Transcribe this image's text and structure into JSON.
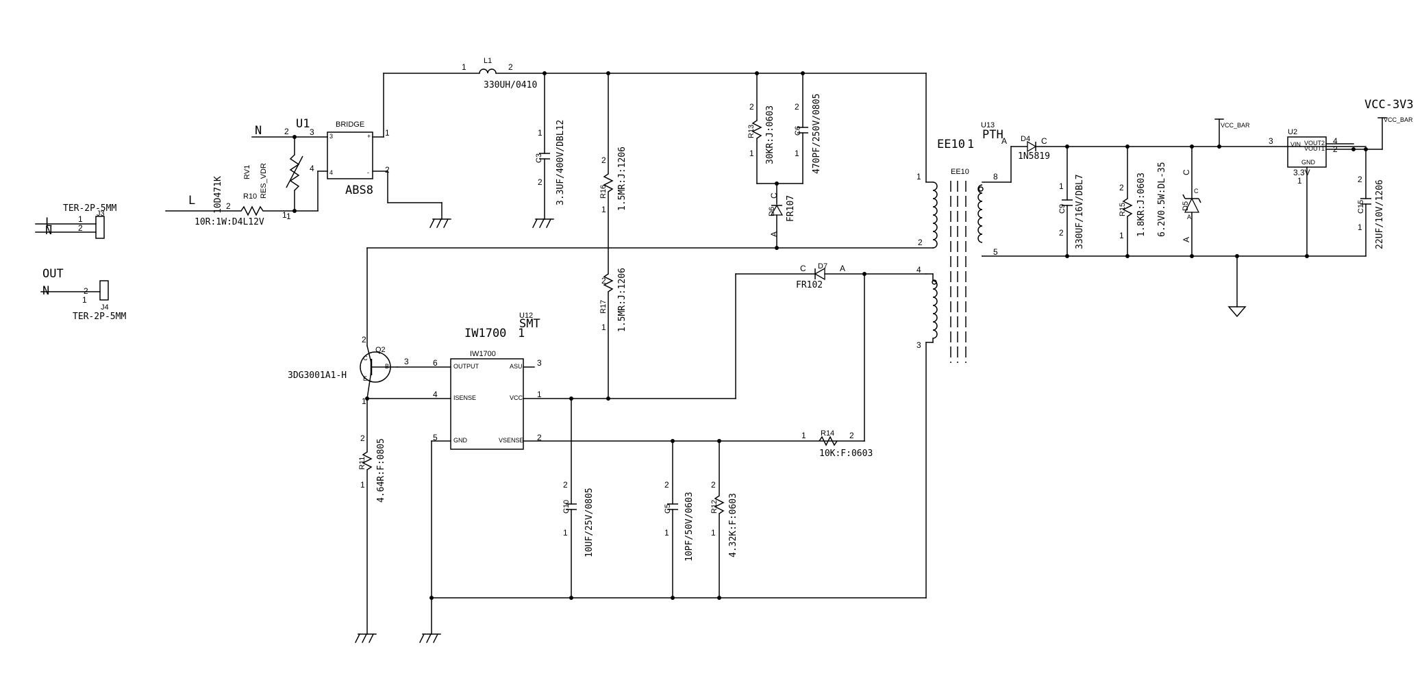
{
  "connectors": {
    "j3": {
      "ref": "J3",
      "value": "TER-2P-5MM",
      "net_top": "L",
      "net_bottom": "N",
      "pin_top": "1",
      "pin_bottom": "2"
    },
    "j4": {
      "ref": "J4",
      "value": "TER-2P-5MM",
      "label": "OUT",
      "net": "N",
      "pin_top": "2",
      "pin_bottom": "1"
    }
  },
  "input": {
    "net_n": "N",
    "net_l": "L",
    "u1": "U1",
    "rv1": {
      "ref": "RV1",
      "type": "RES_VDR",
      "value": "10D471K"
    },
    "r10": {
      "ref": "R10",
      "value": "10R:1W:D4L12V"
    },
    "bridge": {
      "ref": "ABS8",
      "type": "BRIDGE",
      "pin3": "3",
      "pin4": "4",
      "pin1": "1",
      "pin2": "2"
    }
  },
  "l1": {
    "ref": "L1",
    "value": "330UH/0410",
    "pin1": "1",
    "pin2": "2"
  },
  "c3": {
    "ref": "C3",
    "value": "3.3UF/400V/DBL12",
    "pin_top": "1",
    "pin_bottom": "2"
  },
  "r16": {
    "ref": "R16",
    "value": "1.5MR:J:1206",
    "pin_top": "2",
    "pin_bottom": "1"
  },
  "r17": {
    "ref": "R17",
    "value": "1.5MR:J:1206",
    "pin_top": "2",
    "pin_bottom": "1"
  },
  "r13": {
    "ref": "R13",
    "value": "30KR:J:0603",
    "pin_top": "2",
    "pin_bottom": "1"
  },
  "c6": {
    "ref": "C6",
    "value": "470PF/250V/0805",
    "pin_top": "2",
    "pin_bottom": "1"
  },
  "d6": {
    "ref": "D6",
    "value": "FR107",
    "cathode": "C",
    "anode": "A"
  },
  "d7": {
    "ref": "D7",
    "value": "FR102",
    "cathode": "C",
    "anode": "A"
  },
  "transformer": {
    "ref": "EE10",
    "label": "EE10",
    "pkg_left": "EE10",
    "pkg_right": "1",
    "pkg_u": "U13",
    "pkg_pth": "PTH",
    "pins": [
      "1",
      "2",
      "4",
      "3",
      "8",
      "5"
    ]
  },
  "q2": {
    "ref": "Q2",
    "value": "3DG3001A1-H",
    "pin_top": "2",
    "pin_base": "3",
    "pin_bottom": "1",
    "b": "B",
    "c": "C",
    "e": "E"
  },
  "u12": {
    "ref": "U12",
    "pkg": "SMT",
    "title": "IW1700",
    "title_suffix": "1",
    "chip": "IW1700",
    "pins": {
      "output": {
        "name": "OUTPUT",
        "num": "6"
      },
      "asu": {
        "name": "ASU",
        "num": "3"
      },
      "isense": {
        "name": "ISENSE",
        "num": "4"
      },
      "vcc": {
        "name": "VCC",
        "num": "1"
      },
      "gnd": {
        "name": "GND",
        "num": "5"
      },
      "vsense": {
        "name": "VSENSE",
        "num": "2"
      }
    },
    "q_pin": "3"
  },
  "r11": {
    "ref": "R11",
    "value": "4.64R:F:0805",
    "pin_top": "2",
    "pin_bottom": "1"
  },
  "c10": {
    "ref": "C10",
    "value": "10UF/25V/0805",
    "pin_top": "2",
    "pin_bottom": "1"
  },
  "c5": {
    "ref": "C5",
    "value": "10PF/50V/0603",
    "pin_top": "2",
    "pin_bottom": "1"
  },
  "r12": {
    "ref": "R12",
    "value": "4.32K:F:0603",
    "pin_top": "2",
    "pin_bottom": "1"
  },
  "r14": {
    "ref": "R14",
    "value": "10K:F:0603",
    "pin1": "1",
    "pin2": "2"
  },
  "output": {
    "d4": {
      "ref": "D4",
      "value": "1N5819",
      "anode": "A",
      "cathode": "C"
    },
    "c9": {
      "ref": "C9",
      "value": "330UF/16V/DBL7",
      "pin_top": "1",
      "pin_bottom": "2"
    },
    "r15": {
      "ref": "R15",
      "value": "1.8KR:J:0603",
      "pin_top": "2",
      "pin_bottom": "1"
    },
    "d5": {
      "ref": "D5",
      "value": "6.2V0.5W:DL-35",
      "cathode": "C",
      "anode": "A",
      "inner_c": "C",
      "inner_a": "A"
    },
    "vcc_bar": "VCC_BAR",
    "u2": {
      "ref": "U2",
      "vin": "VIN",
      "vout2": "VOUT2",
      "vout1": "VOUT1",
      "gnd": "GND",
      "value": "3.3V",
      "pin_in": "3",
      "pin_out4": "4",
      "pin_out2": "2",
      "pin_gnd": "1"
    },
    "vcc_3v3": "VCC-3V3",
    "vcc_bar2": "VCC_BAR",
    "c15": {
      "ref": "C15",
      "value": "22UF/10V/1206",
      "pin_top": "2",
      "pin_bottom": "1"
    }
  }
}
